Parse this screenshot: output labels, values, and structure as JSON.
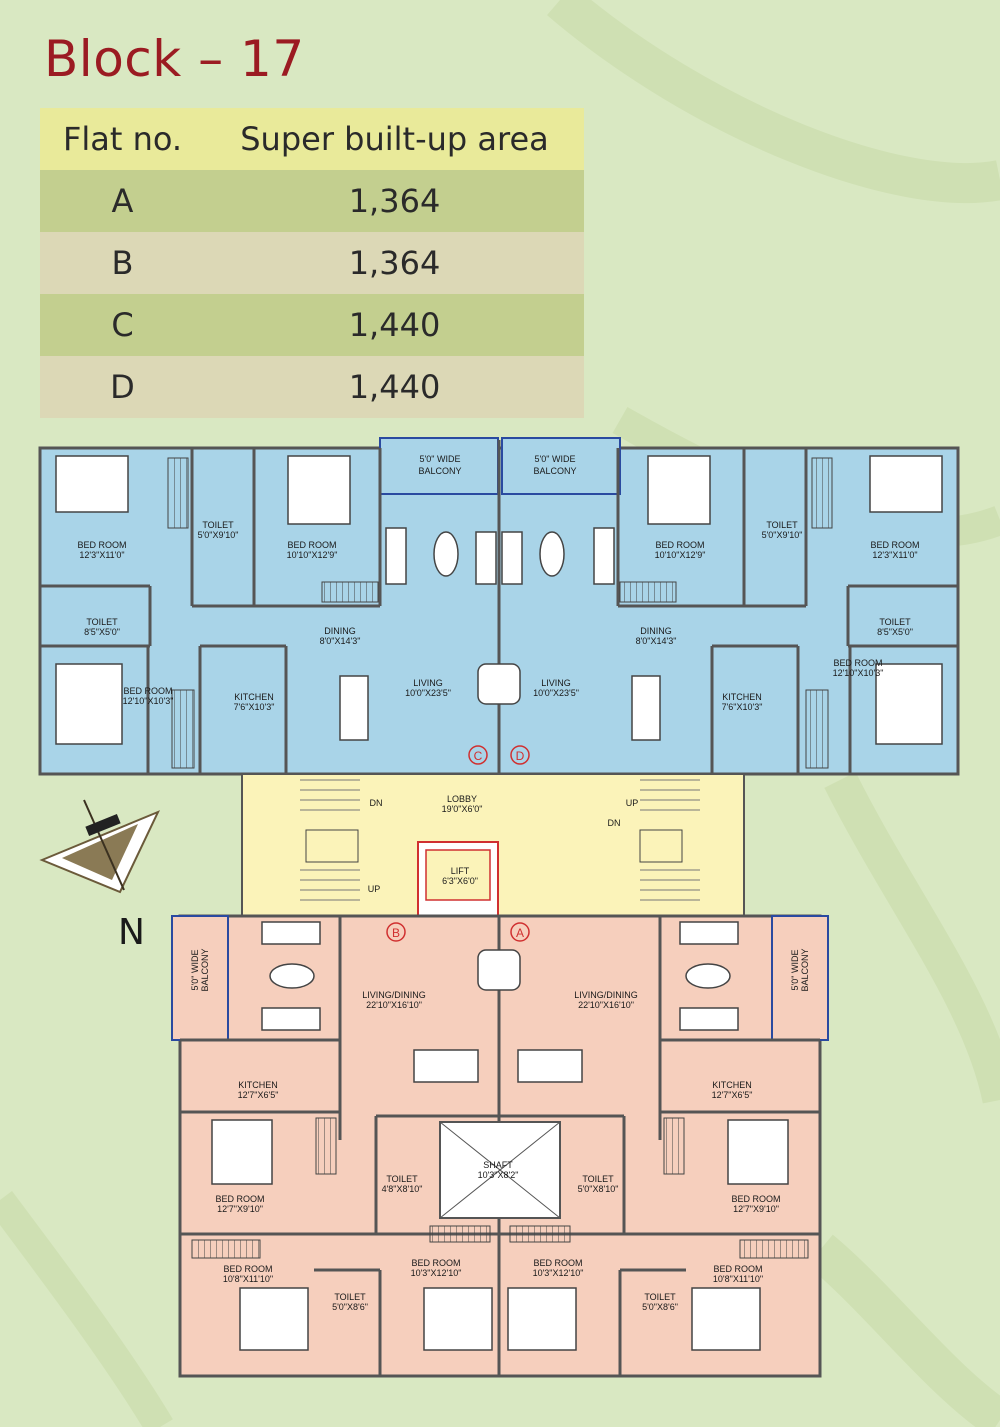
{
  "title": "Block – 17",
  "table": {
    "headers": [
      "Flat no.",
      "Super built-up area"
    ],
    "rows": [
      {
        "flat": "A",
        "area": "1,364"
      },
      {
        "flat": "B",
        "area": "1,364"
      },
      {
        "flat": "C",
        "area": "1,440"
      },
      {
        "flat": "D",
        "area": "1,440"
      }
    ]
  },
  "compass": {
    "label": "N"
  },
  "colors": {
    "upper_flats": "#a9d4e8",
    "lower_flats": "#f6cfbd",
    "lobby": "#fbf3b9",
    "title": "#9b1b22",
    "walls": "#e06a6a"
  },
  "rooms": {
    "upper_left": {
      "balcony": [
        "5'0\" WIDE",
        "BALCONY"
      ],
      "bed1": [
        "BED ROOM",
        "12'3\"X11'0\""
      ],
      "toilet1": [
        "TOILET",
        "5'0\"X9'10\""
      ],
      "bed2": [
        "BED ROOM",
        "10'10\"X12'9\""
      ],
      "toilet2": [
        "TOILET",
        "8'5\"X5'0\""
      ],
      "dining": [
        "DINING",
        "8'0\"X14'3\""
      ],
      "living": [
        "LIVING",
        "10'0\"X23'5\""
      ],
      "bed3": [
        "BED ROOM",
        "12'10\"X10'3\""
      ],
      "kitchen": [
        "KITCHEN",
        "7'6\"X10'3\""
      ]
    },
    "upper_right": {
      "balcony": [
        "5'0\" WIDE",
        "BALCONY"
      ],
      "bed1": [
        "BED ROOM",
        "12'3\"X11'0\""
      ],
      "toilet1": [
        "TOILET",
        "5'0\"X9'10\""
      ],
      "bed2": [
        "BED ROOM",
        "10'10\"X12'9\""
      ],
      "toilet2": [
        "TOILET",
        "8'5\"X5'0\""
      ],
      "dining": [
        "DINING",
        "8'0\"X14'3\""
      ],
      "living": [
        "LIVING",
        "10'0\"X23'5\""
      ],
      "bed3": [
        "BED ROOM",
        "12'10\"X10'3\""
      ],
      "kitchen": [
        "KITCHEN",
        "7'6\"X10'3\""
      ]
    },
    "core": {
      "lobby": [
        "LOBBY",
        "19'0\"X6'0\""
      ],
      "lift": [
        "LIFT",
        "6'3\"X6'0\""
      ],
      "dn": "DN",
      "up": "UP",
      "shaft": [
        "SHAFT",
        "10'3\"X8'2\""
      ]
    },
    "lower_left": {
      "balcony": [
        "5'0\" WIDE",
        "BALCONY"
      ],
      "living": [
        "LIVING/DINING",
        "22'10\"X16'10\""
      ],
      "kitchen": [
        "KITCHEN",
        "12'7\"X6'5\""
      ],
      "toilet1": [
        "TOILET",
        "4'8\"X8'10\""
      ],
      "bed1": [
        "BED ROOM",
        "12'7\"X9'10\""
      ],
      "bed2": [
        "BED ROOM",
        "10'8\"X11'10\""
      ],
      "toilet2": [
        "TOILET",
        "5'0\"X8'6\""
      ],
      "bed3": [
        "BED ROOM",
        "10'3\"X12'10\""
      ]
    },
    "lower_right": {
      "balcony": [
        "5'0\" WIDE",
        "BALCONY"
      ],
      "living": [
        "LIVING/DINING",
        "22'10\"X16'10\""
      ],
      "kitchen": [
        "KITCHEN",
        "12'7\"X6'5\""
      ],
      "toilet1": [
        "TOILET",
        "5'0\"X8'10\""
      ],
      "bed1": [
        "BED ROOM",
        "12'7\"X9'10\""
      ],
      "bed2": [
        "BED ROOM",
        "10'8\"X11'10\""
      ],
      "toilet2": [
        "TOILET",
        "5'0\"X8'6\""
      ],
      "bed3": [
        "BED ROOM",
        "10'3\"X12'10\""
      ]
    },
    "entries": [
      "A",
      "B",
      "C",
      "D"
    ]
  }
}
